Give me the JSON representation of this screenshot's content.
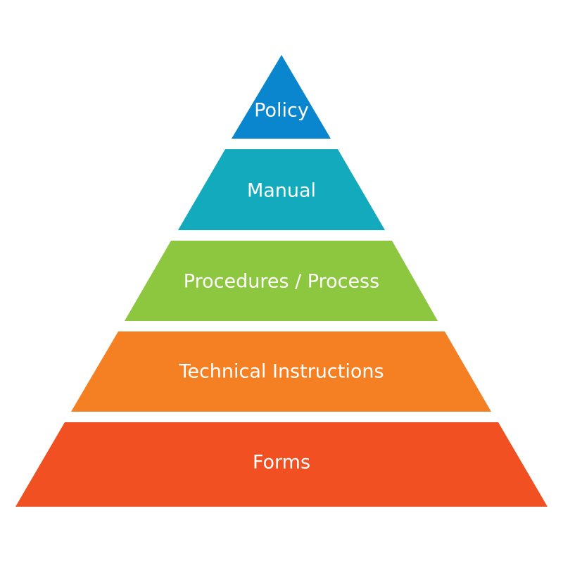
{
  "pyramid": {
    "tiers": [
      {
        "label": "Policy",
        "color": "#0a86cf"
      },
      {
        "label": "Manual",
        "color": "#13aabd"
      },
      {
        "label": "Procedures / Process",
        "color": "#8dc63f"
      },
      {
        "label": "Technical Instructions",
        "color": "#f58023"
      },
      {
        "label": "Forms",
        "color": "#f05022"
      }
    ]
  }
}
